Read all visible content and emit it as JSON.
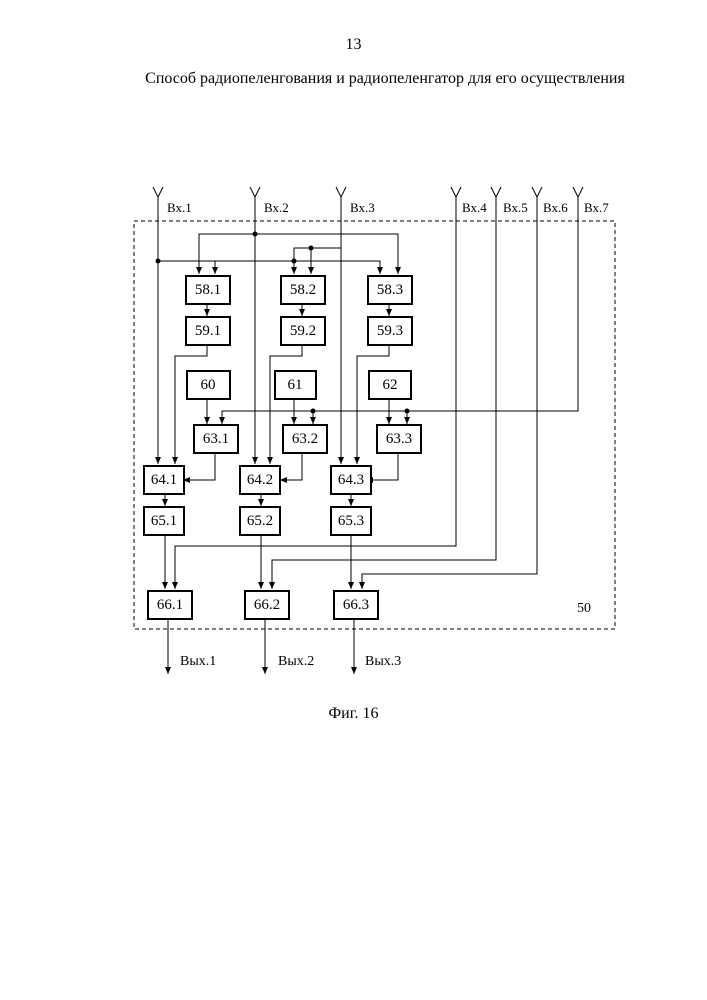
{
  "page": {
    "number": "13",
    "title": "Способ радиопеленгования и радиопеленгатор для его осуществления",
    "caption": "Фиг. 16"
  },
  "diagram": {
    "unit_label": "50",
    "inputs": [
      "Вх.1",
      "Вх.2",
      "Вх.3",
      "Вх.4",
      "Вх.5",
      "Вх.6",
      "Вх.7"
    ],
    "outputs": [
      "Вых.1",
      "Вых.2",
      "Вых.3"
    ],
    "blocks": {
      "b58_1": "58.1",
      "b58_2": "58.2",
      "b58_3": "58.3",
      "b59_1": "59.1",
      "b59_2": "59.2",
      "b59_3": "59.3",
      "b60": "60",
      "b61": "61",
      "b62": "62",
      "b63_1": "63.1",
      "b63_2": "63.2",
      "b63_3": "63.3",
      "b64_1": "64.1",
      "b64_2": "64.2",
      "b64_3": "64.3",
      "b65_1": "65.1",
      "b65_2": "65.2",
      "b65_3": "65.3",
      "b66_1": "66.1",
      "b66_2": "66.2",
      "b66_3": "66.3"
    }
  }
}
